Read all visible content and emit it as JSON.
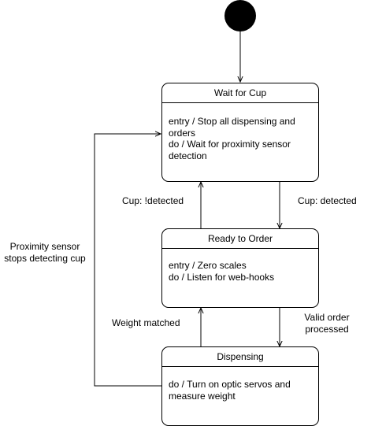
{
  "states": {
    "wait": {
      "title": "Wait for Cup",
      "lines": [
        "entry / Stop all dispensing and",
        "orders",
        "do / Wait for proximity sensor",
        "detection"
      ]
    },
    "ready": {
      "title": "Ready to Order",
      "lines": [
        "entry / Zero scales",
        "do / Listen for web-hooks"
      ]
    },
    "dispensing": {
      "title": "Dispensing",
      "lines": [
        "do / Turn on optic servos and",
        "measure weight"
      ]
    }
  },
  "transitions": {
    "cup_not_detected": "Cup: !detected",
    "cup_detected": "Cup: detected",
    "proximity_lost": [
      "Proximity sensor",
      "stops detecting cup"
    ],
    "weight_matched": "Weight matched",
    "valid_order": [
      "Valid order",
      "processed"
    ]
  }
}
